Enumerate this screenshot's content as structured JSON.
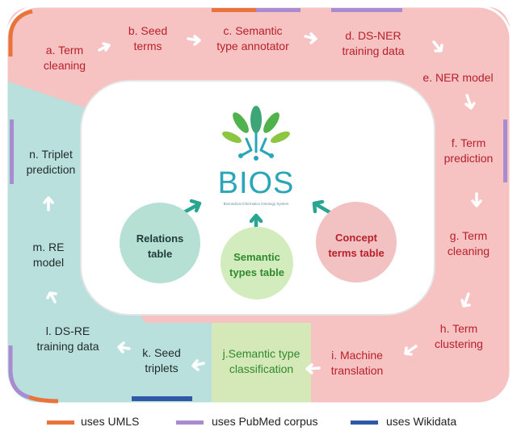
{
  "steps": {
    "a": "a. Term\ncleaning",
    "b": "b. Seed\nterms",
    "c": "c. Semantic\ntype annotator",
    "d": "d. DS-NER\ntraining data",
    "e": "e. NER model",
    "f": "f. Term\nprediction",
    "g": "g. Term\ncleaning",
    "h": "h. Term\nclustering",
    "i": "i. Machine\ntranslation",
    "j": "j.Semantic type\nclassification",
    "k": "k. Seed\ntriplets",
    "l": "l. DS-RE\ntraining data",
    "m": "m. RE\nmodel",
    "n": "n. Triplet\nprediction"
  },
  "center": {
    "logo_title": "BIOS",
    "logo_subtitle": "Biomedical Informatics Ontology System",
    "relations": "Relations\ntable",
    "semantic_types": "Semantic\ntypes table",
    "concept_terms": "Concept\nterms table"
  },
  "legend": {
    "umls": "uses UMLS",
    "pubmed": "uses PubMed corpus",
    "wikidata": "uses Wikidata"
  },
  "colors": {
    "umls": "#e8743b",
    "pubmed": "#a98bcf",
    "wikidata": "#2f58a6",
    "ner_region": "#f6c2c2",
    "re_region": "#b9e0dc",
    "classification_region": "#d5e8b8",
    "step_text_red": "#b8202b",
    "logo": "#2aa6b8",
    "arrow": "#ffffff",
    "center_arrow": "#2aa690"
  }
}
